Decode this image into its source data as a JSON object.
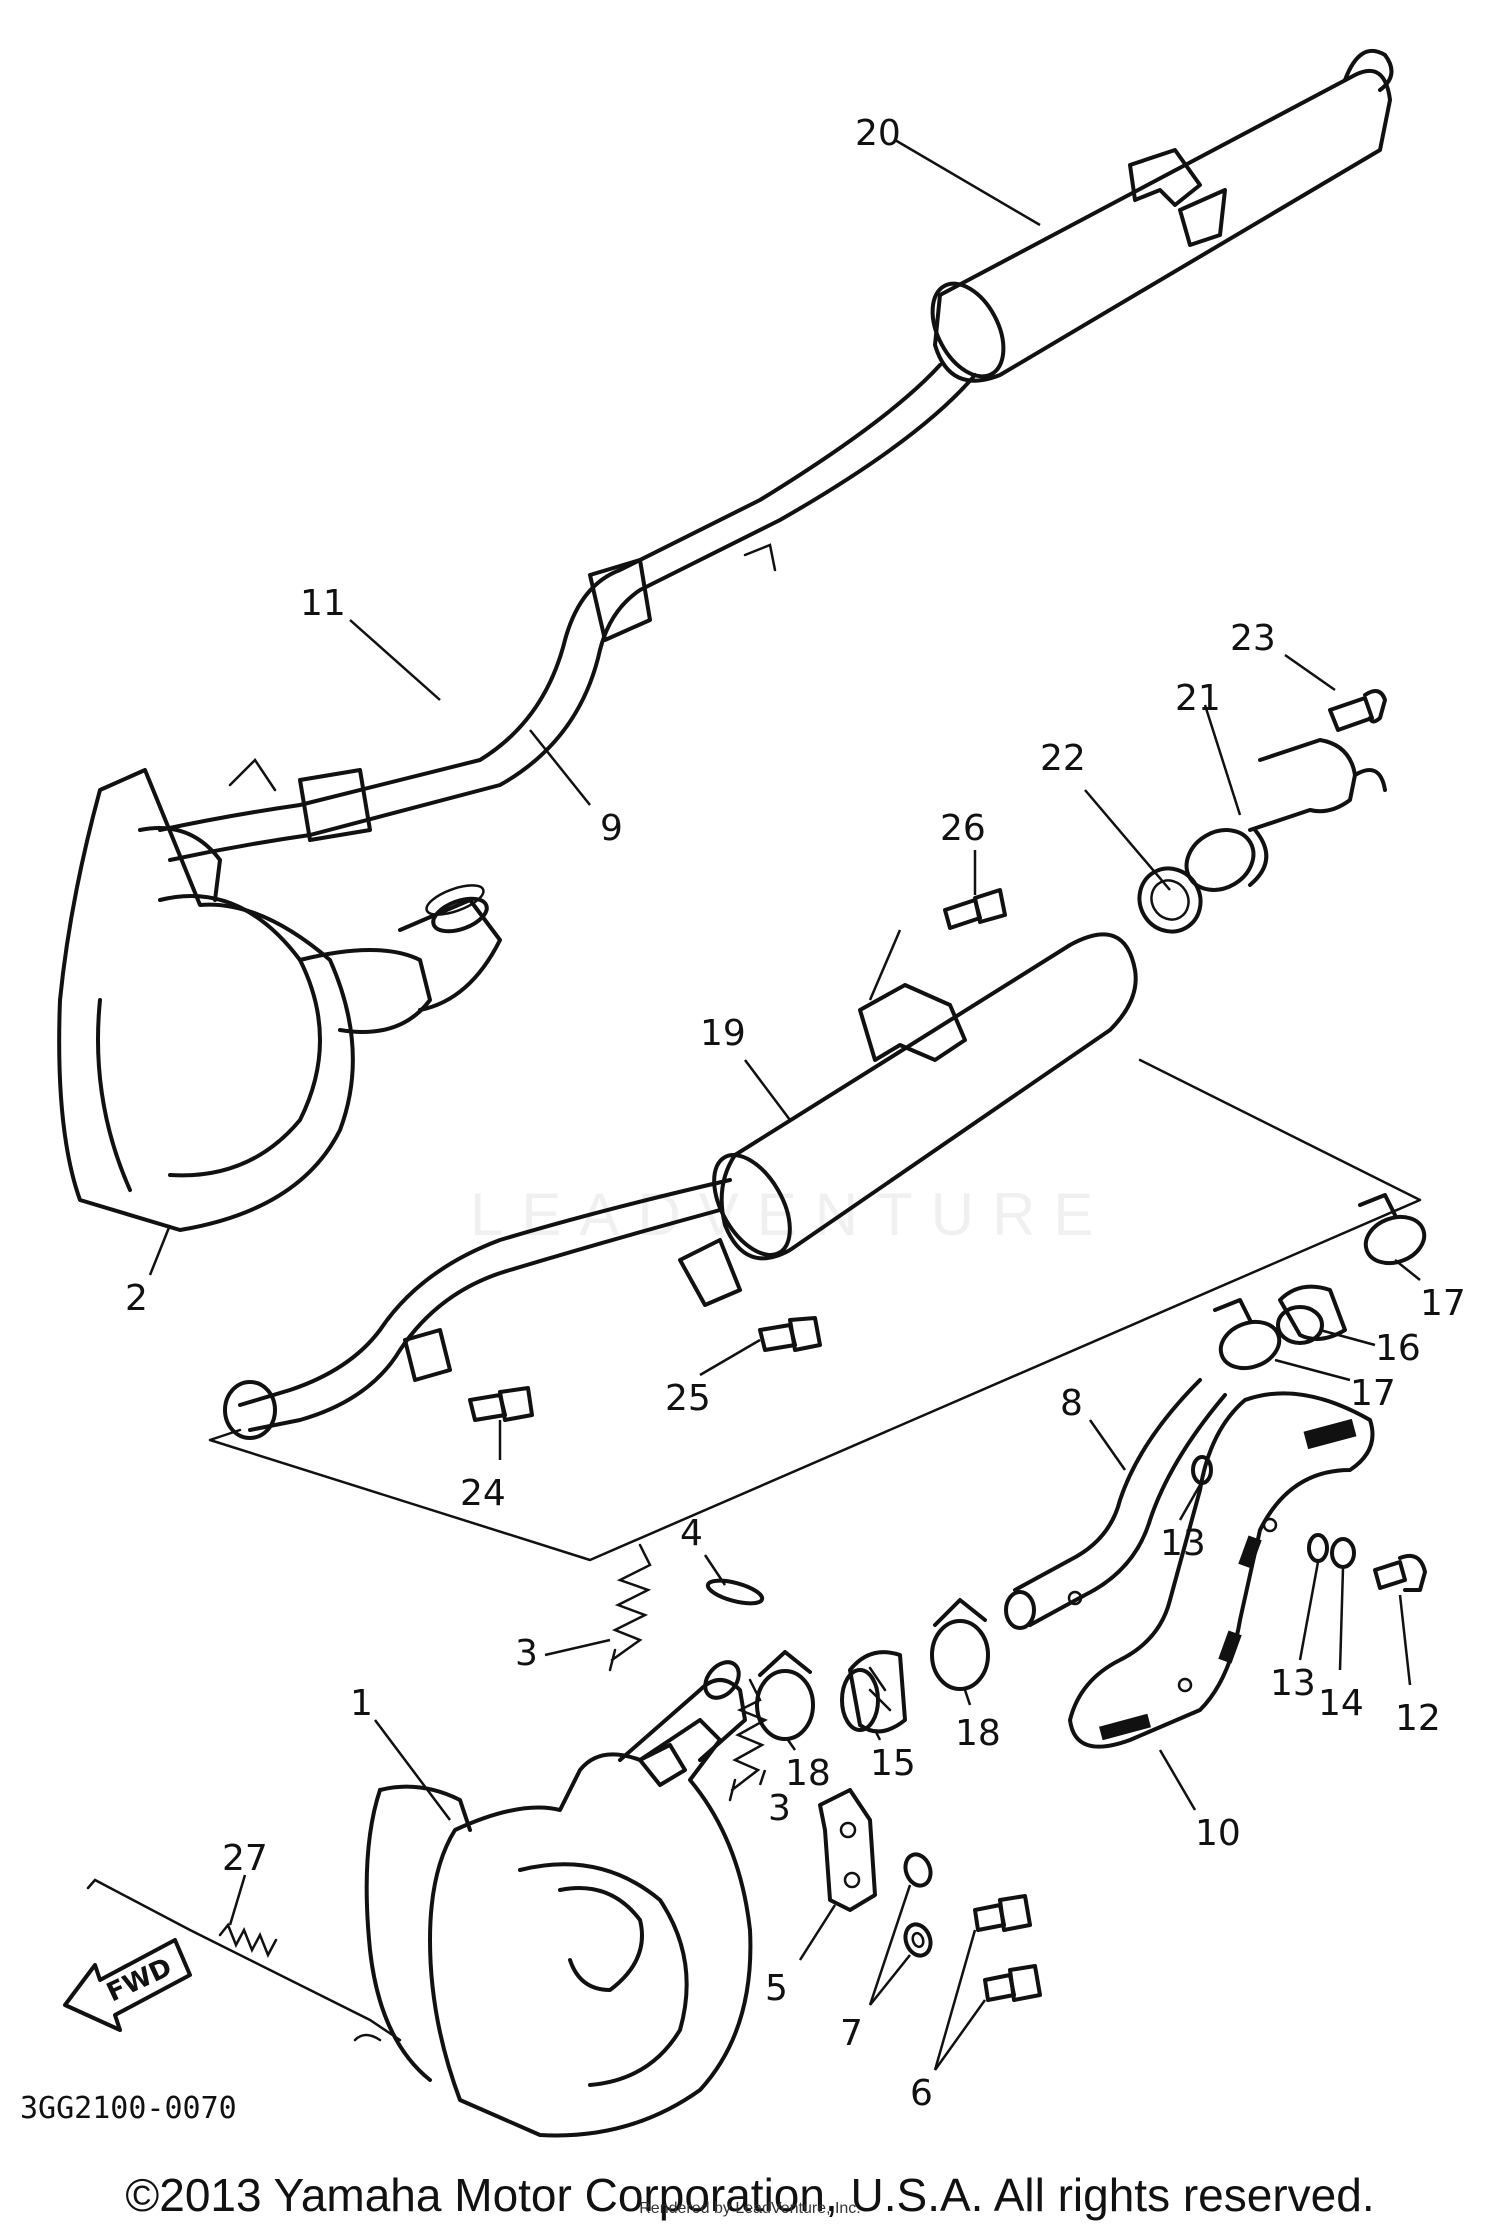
{
  "callouts": {
    "c1": "1",
    "c2": "2",
    "c3a": "3",
    "c3b": "3",
    "c4": "4",
    "c5": "5",
    "c6": "6",
    "c7": "7",
    "c8": "8",
    "c9": "9",
    "c10": "10",
    "c11": "11",
    "c12": "12",
    "c13a": "13",
    "c13b": "13",
    "c14": "14",
    "c15": "15",
    "c16": "16",
    "c17a": "17",
    "c17b": "17",
    "c18a": "18",
    "c18b": "18",
    "c19": "19",
    "c20": "20",
    "c21": "21",
    "c22": "22",
    "c23": "23",
    "c24": "24",
    "c25": "25",
    "c26": "26",
    "c27": "27"
  },
  "fwd_label": "FWD",
  "diagram_code": "3GG2100-0070",
  "copyright": "©2013 Yamaha Motor Corporation, U.S.A. All rights reserved.",
  "watermark": {
    "brand": "LEADVENTURE",
    "tagline": "Rendered by LeadVenture, Inc."
  }
}
